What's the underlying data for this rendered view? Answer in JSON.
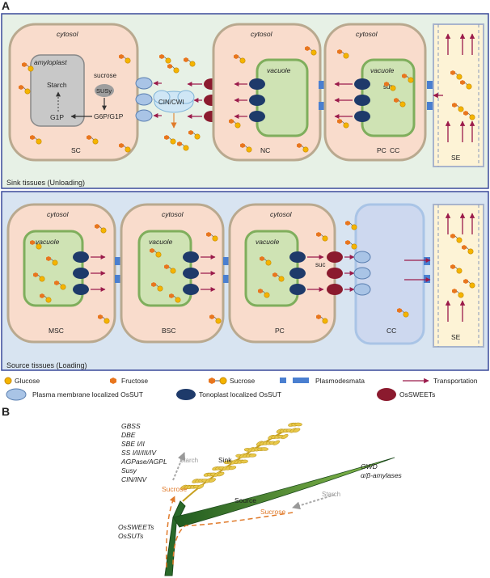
{
  "panel_a": {
    "label": "A",
    "sink": {
      "caption": "Sink tissues (Unloading)",
      "sc": {
        "cytosol": "cytosol",
        "amyloplast": "amyloplast",
        "starch": "Starch",
        "g1p": "G1P",
        "sucrose": "sucrose",
        "susy": "SUSy",
        "g6p": "G6P/G1P",
        "name": "SC"
      },
      "cin": "CIN/CWI",
      "nc": {
        "cytosol": "cytosol",
        "vacuole": "vacuole",
        "name": "NC"
      },
      "pc": {
        "cytosol": "cytosol",
        "vacuole": "vacuole",
        "suc": "suc",
        "name": "PC",
        "cc": "CC"
      },
      "se": "SE"
    },
    "source": {
      "caption": "Source tissues (Loading)",
      "msc": {
        "cytosol": "cytosol",
        "vacuole": "vacuole",
        "name": "MSC"
      },
      "bsc": {
        "cytosol": "cytosol",
        "vacuole": "vacuole",
        "name": "BSC"
      },
      "pc": {
        "cytosol": "cytosol",
        "vacuole": "vacuole",
        "suc": "suc",
        "name": "PC"
      },
      "cc": "CC",
      "se": "SE"
    },
    "legend": {
      "glucose": "Glucose",
      "fructose": "Fructose",
      "sucrose": "Sucrose",
      "plasmodesmata": "Plasmodesmata",
      "transportation": "Transportation",
      "pm_sut": "Plasma membrane localized OsSUT",
      "tono_sut": "Tonoplast localized OsSUT",
      "sweets": "OsSWEETs"
    },
    "colors": {
      "cell_fill": "#f9dccc",
      "vacuole_fill": "#cfe3b4",
      "vacuole_stroke": "#7fae5c",
      "amyloplast_fill": "#c8c8c8",
      "pm_sut": "#a9c4e6",
      "tono_sut": "#1e3a6a",
      "sweet": "#8b1a2e",
      "glucose": "#f4b400",
      "fructose": "#e8761e",
      "arrow": "#9b1b4b",
      "plasmodesmata": "#4a7fd0",
      "panel_border": "#3a4a9a",
      "sink_bg": "#e7f1e6",
      "cc_fill": "#cdd8ef",
      "se_fill": "#fdf3d6"
    }
  },
  "panel_b": {
    "label": "B",
    "sink_genes": [
      "GBSS",
      "DBE",
      "SBE I/II",
      "SS I/II/III/IV",
      "AGPase/AGPL",
      "Susy",
      "CIN/INV"
    ],
    "source_genes": [
      "GWD",
      "α/β-amylases"
    ],
    "transport_genes": [
      "OsSWEETs",
      "OsSUTs"
    ],
    "sink": "Sink",
    "source": "Source",
    "starch_top": "Starch",
    "starch_right": "Starch",
    "sucrose_top": "Sucrose",
    "sucrose_right": "Sucrose"
  }
}
